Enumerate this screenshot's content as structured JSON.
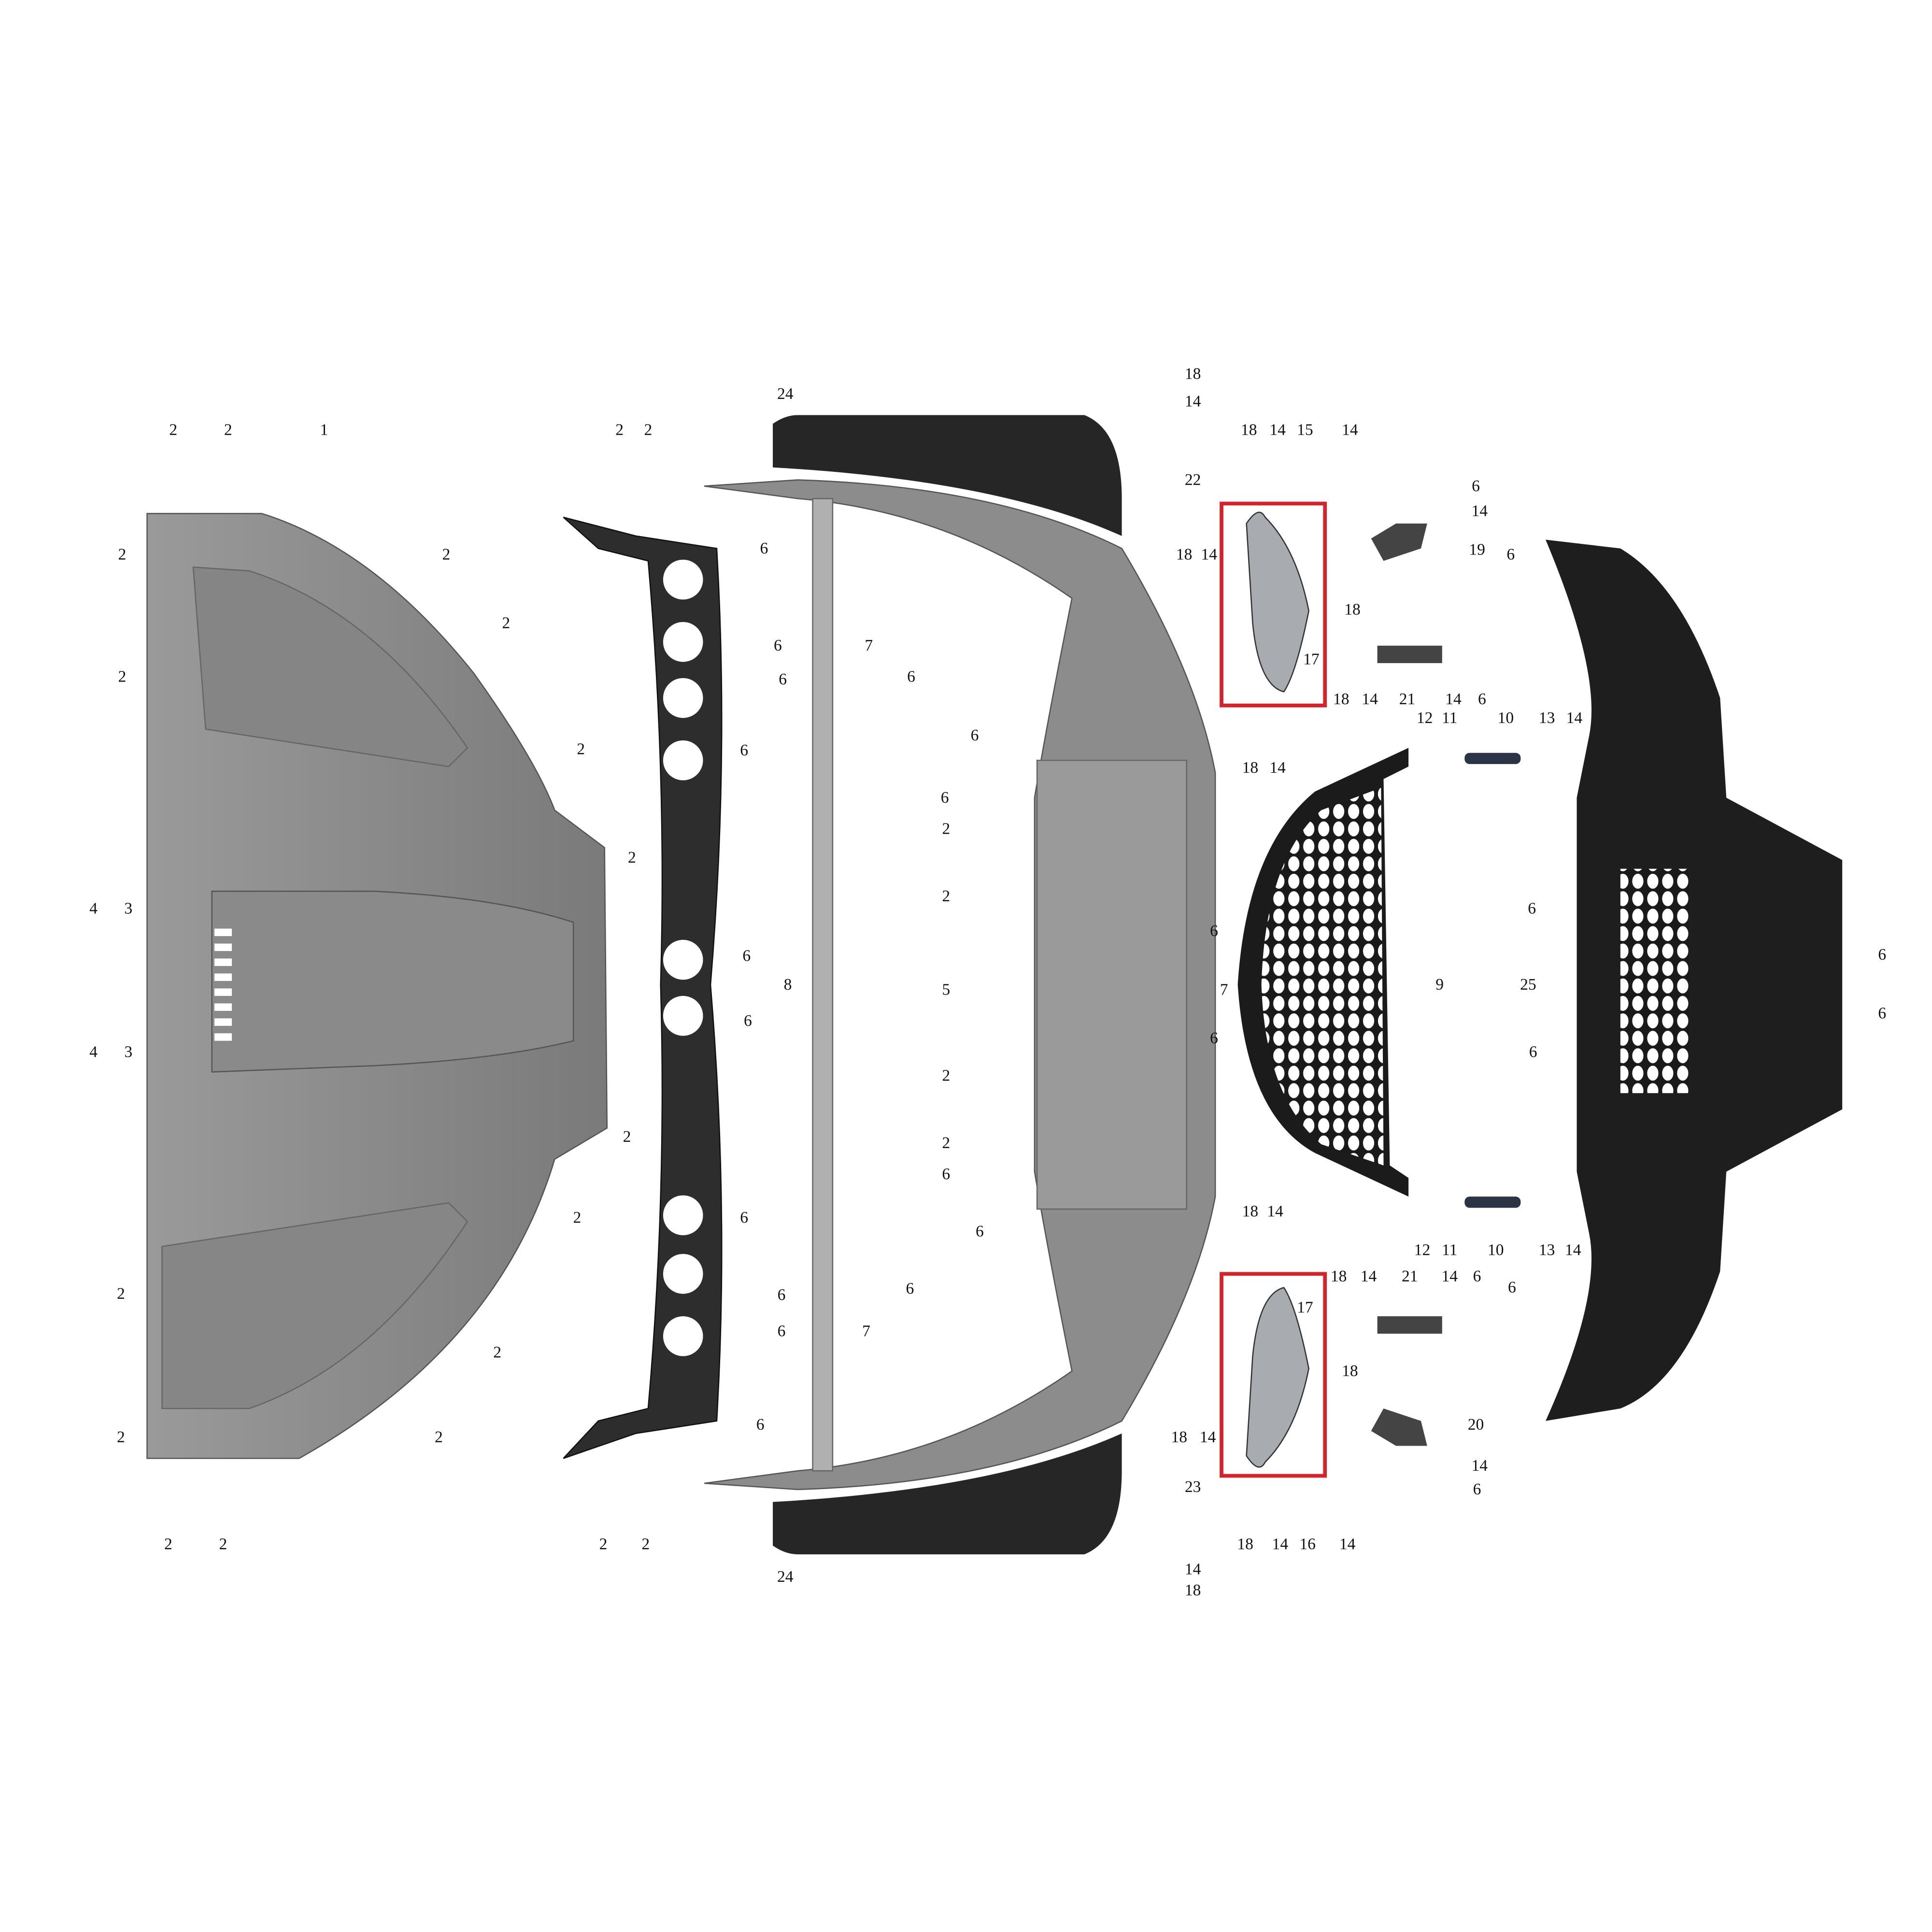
{
  "diagram": {
    "type": "exploded-parts-diagram",
    "highlight_color": "#d6232a",
    "part_colors": {
      "light_gray": "#8f8f8f",
      "dark": "#2b2b2b",
      "black": "#1c1c1c"
    },
    "callouts": [
      "24",
      "18",
      "14",
      "2",
      "2",
      "1",
      "2",
      "2",
      "2",
      "2",
      "4",
      "3",
      "4",
      "3",
      "2",
      "2",
      "2",
      "2",
      "2",
      "2",
      "2",
      "2",
      "2",
      "2",
      "2",
      "2",
      "8",
      "6",
      "6",
      "6",
      "6",
      "6",
      "6",
      "6",
      "6",
      "6",
      "6",
      "2",
      "2",
      "7",
      "6",
      "6",
      "6",
      "2",
      "2",
      "5",
      "2",
      "2",
      "6",
      "6",
      "6",
      "7",
      "22",
      "23",
      "24",
      "14",
      "18",
      "6",
      "7",
      "6",
      "18",
      "14",
      "15",
      "17",
      "18",
      "14",
      "18",
      "14",
      "14",
      "6",
      "14",
      "19",
      "18",
      "6",
      "18",
      "14",
      "21",
      "14",
      "6",
      "12",
      "11",
      "10",
      "13",
      "14",
      "9",
      "6",
      "25",
      "6",
      "6",
      "6",
      "12",
      "11",
      "10",
      "13",
      "14",
      "18",
      "14",
      "18",
      "14",
      "21",
      "14",
      "6",
      "6",
      "17",
      "18",
      "18",
      "14",
      "20",
      "14",
      "6",
      "18",
      "14",
      "16",
      "14"
    ]
  }
}
